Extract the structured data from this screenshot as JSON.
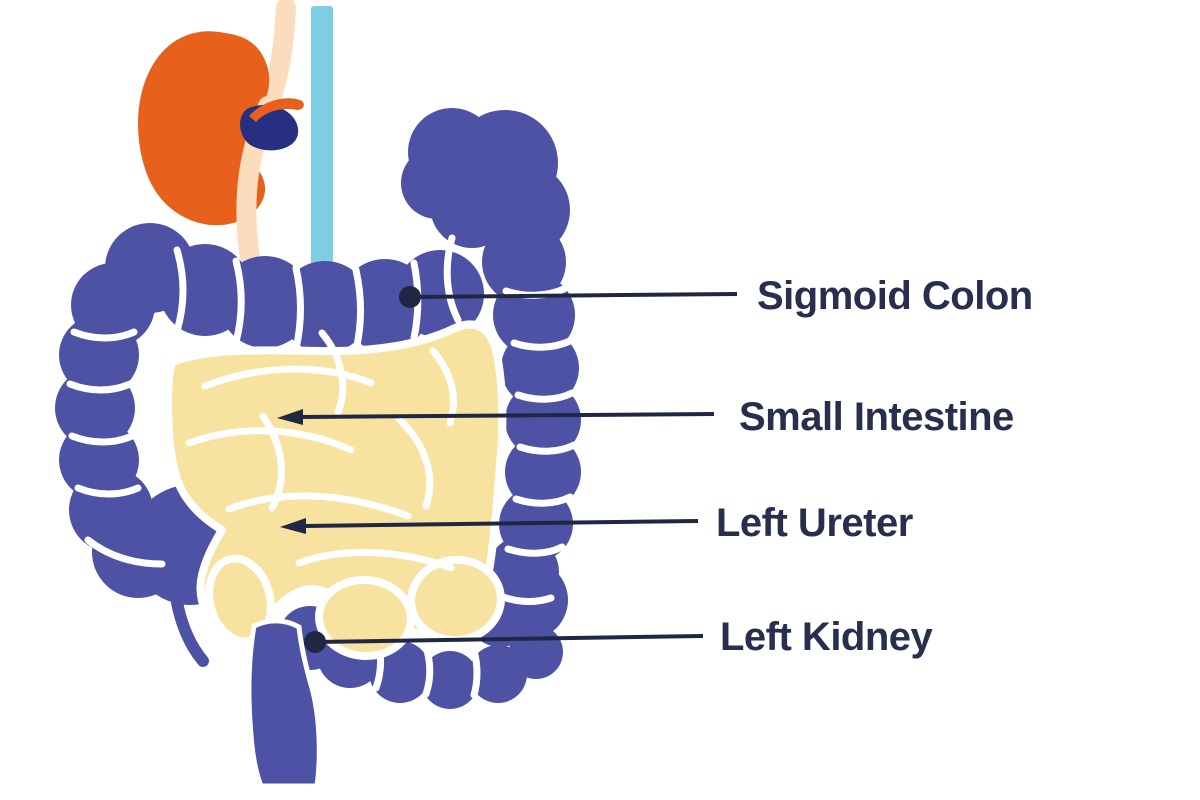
{
  "diagram": {
    "type": "anatomy-illustration",
    "subject": "abdominal organs (kidney, ureter, colon, small intestine)",
    "labels": [
      {
        "text": "Sigmoid Colon",
        "marker": "dot"
      },
      {
        "text": "Small Intestine",
        "marker": "arrow"
      },
      {
        "text": "Left Ureter",
        "marker": "arrow"
      },
      {
        "text": "Left Kidney",
        "marker": "dot"
      }
    ],
    "colors": {
      "colon": "#4d52a5",
      "small_intestine": "#f8e2a0",
      "kidney": "#e7611d",
      "ureter_tube": "#fbdcbc",
      "renal_pelvis": "#262f80",
      "cyan_tube": "#7ccfe2",
      "connector": "#1f2742",
      "label_text": "#272e4e",
      "highlight": "#ffffff",
      "background": "#ffffff"
    }
  }
}
